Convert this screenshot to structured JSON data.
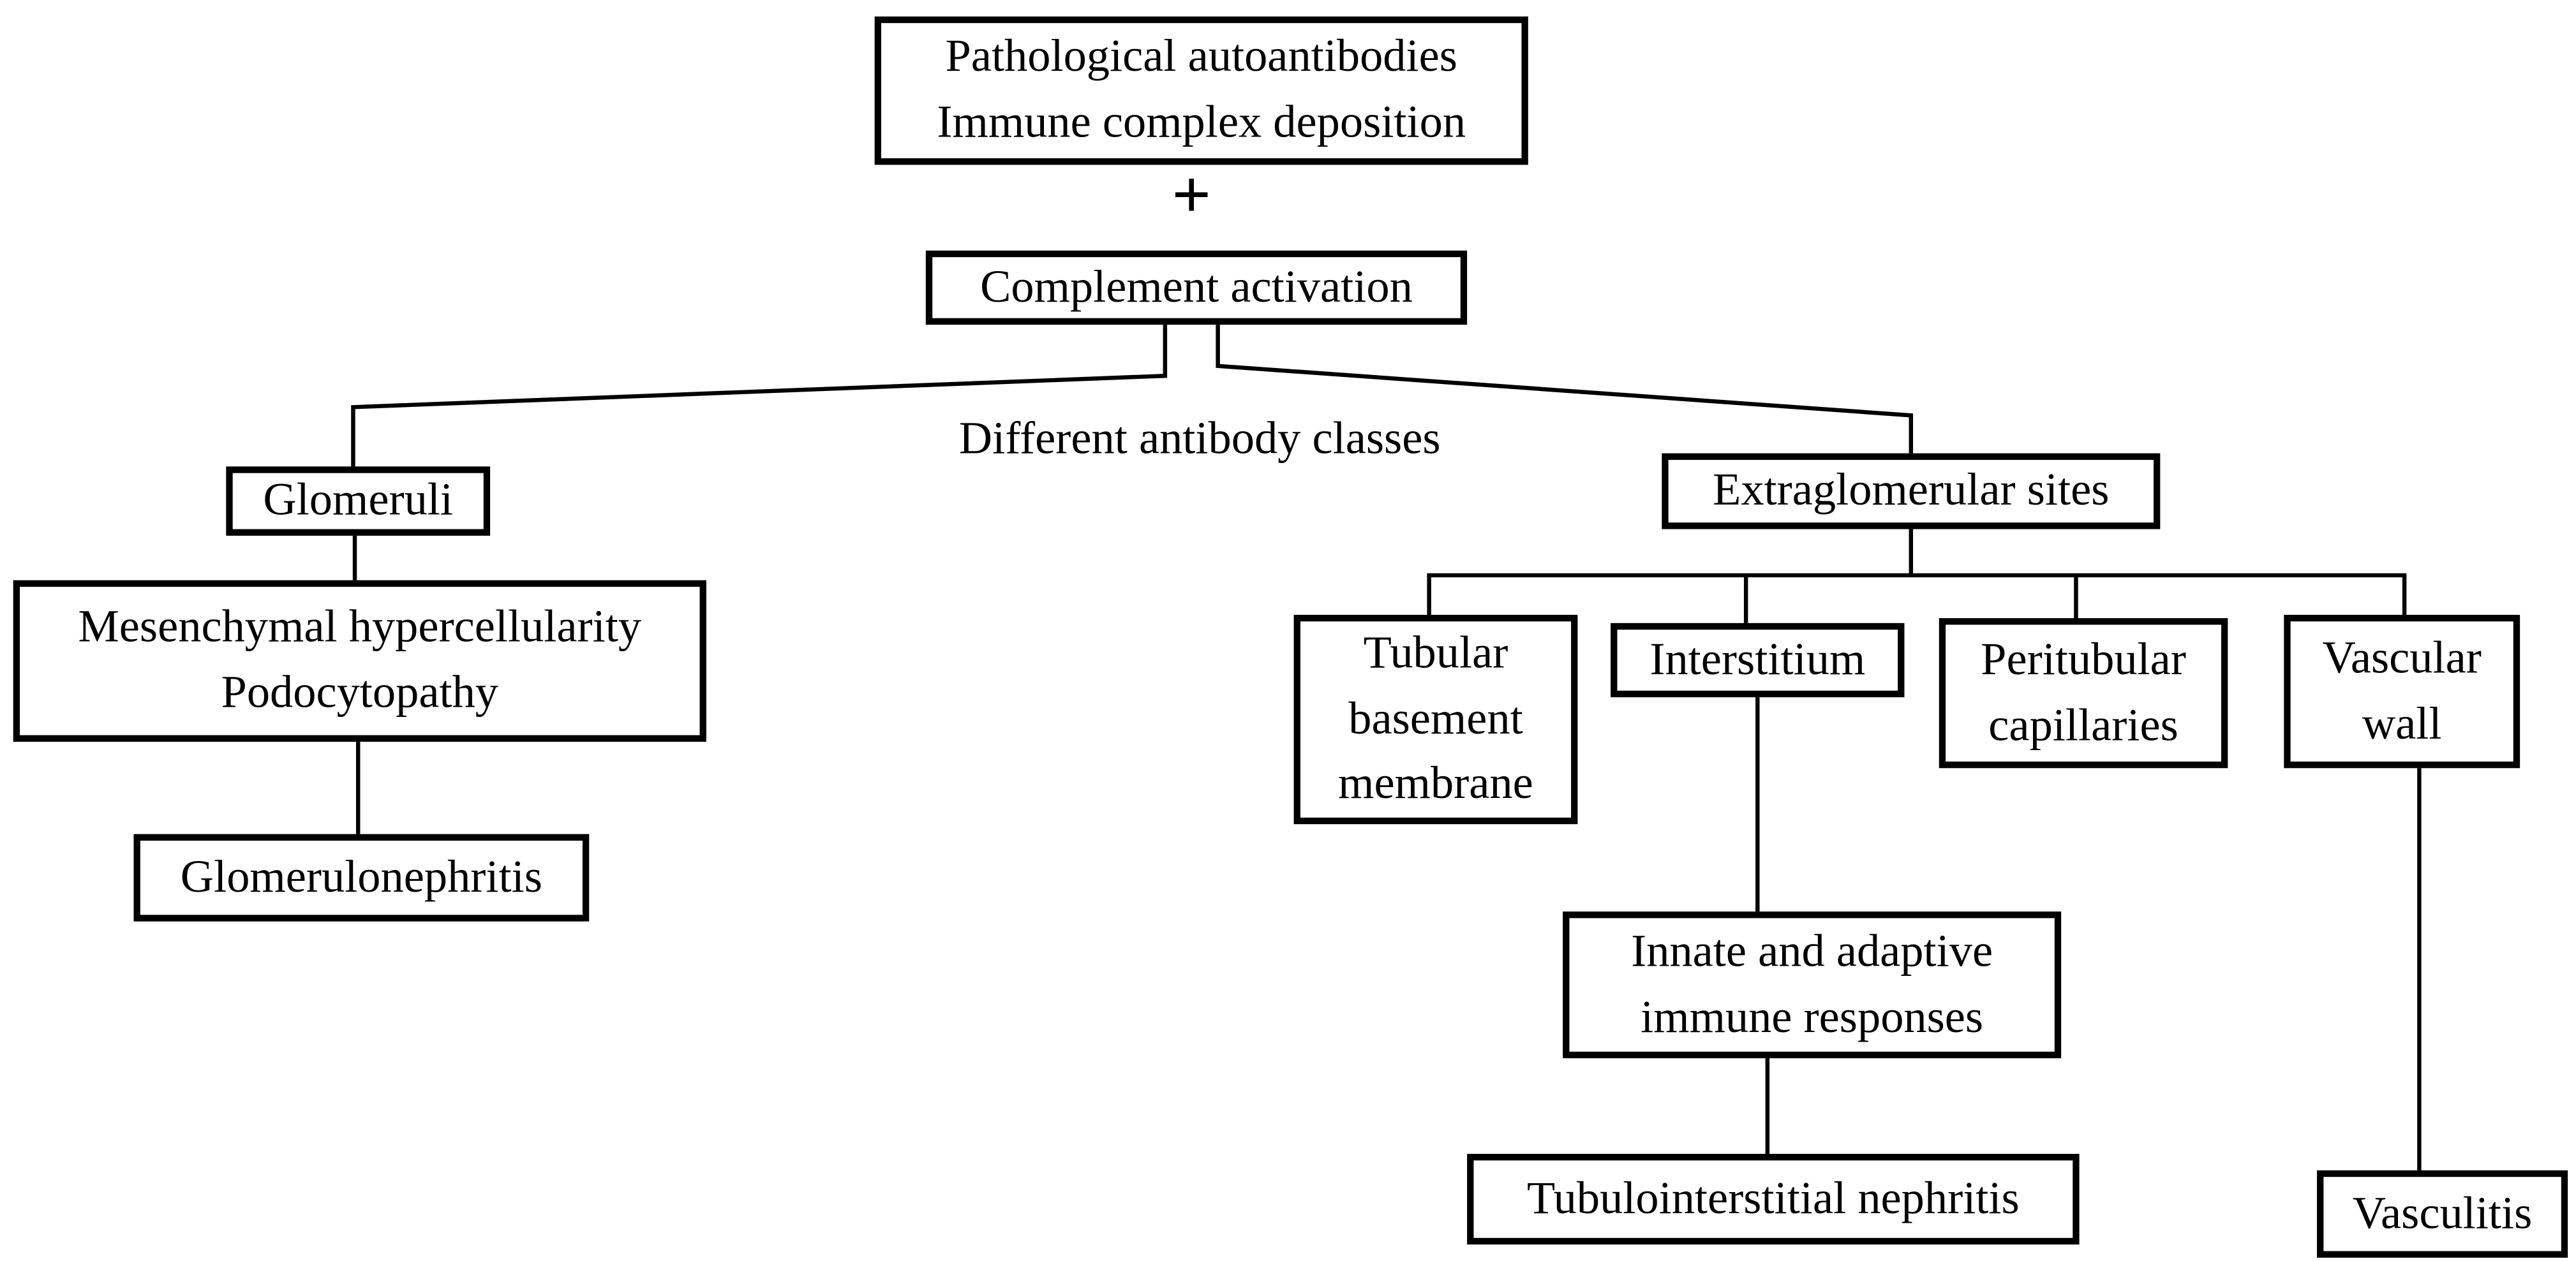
{
  "diagram": {
    "background_color": "#ffffff",
    "foreground_color": "#000000",
    "nodes": {
      "pathological": {
        "lines": [
          "Pathological autoantibodies",
          "Immune complex deposition"
        ]
      },
      "plus_operator": "+",
      "complement": {
        "label": "Complement activation"
      },
      "antibody_note": {
        "label": "Different antibody classes"
      },
      "glomeruli": {
        "label": "Glomeruli"
      },
      "mesenchymal": {
        "lines": [
          "Mesenchymal hypercellularity",
          "Podocytopathy"
        ]
      },
      "glomerulonephritis": {
        "label": "Glomerulonephritis"
      },
      "extraglomerular": {
        "label": "Extraglomerular sites"
      },
      "tubular": {
        "lines": [
          "Tubular",
          "basement",
          "membrane"
        ]
      },
      "interstitium": {
        "label": "Interstitium"
      },
      "peritubular": {
        "lines": [
          "Peritubular",
          "capillaries"
        ]
      },
      "vascular": {
        "lines": [
          "Vascular",
          "wall"
        ]
      },
      "innate": {
        "lines": [
          "Innate and adaptive",
          "immune responses"
        ]
      },
      "tubulointerstitial": {
        "label": "Tubulointerstitial nephritis"
      },
      "vasculitis": {
        "label": "Vasculitis"
      }
    },
    "edges": [
      {
        "from": "pathological-autoantibodies-immune-complex-deposition",
        "to": "complement-activation",
        "via": "plus"
      },
      {
        "from": "complement-activation",
        "to": "glomeruli"
      },
      {
        "from": "complement-activation",
        "to": "extraglomerular-sites"
      },
      {
        "from": "glomeruli",
        "to": "mesenchymal-hypercellularity-podocytopathy"
      },
      {
        "from": "mesenchymal-hypercellularity-podocytopathy",
        "to": "glomerulonephritis"
      },
      {
        "from": "extraglomerular-sites",
        "to": "tubular-basement-membrane"
      },
      {
        "from": "extraglomerular-sites",
        "to": "interstitium"
      },
      {
        "from": "extraglomerular-sites",
        "to": "peritubular-capillaries"
      },
      {
        "from": "extraglomerular-sites",
        "to": "vascular-wall"
      },
      {
        "from": "interstitium",
        "to": "innate-and-adaptive-immune-responses"
      },
      {
        "from": "innate-and-adaptive-immune-responses",
        "to": "tubulointerstitial-nephritis"
      },
      {
        "from": "vascular-wall",
        "to": "vasculitis"
      }
    ]
  }
}
